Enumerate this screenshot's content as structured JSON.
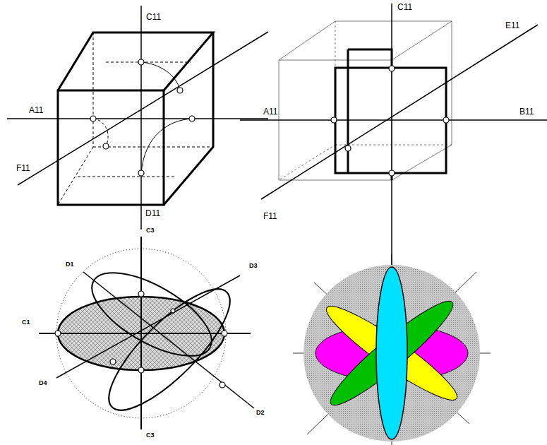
{
  "diagram": {
    "labels": [
      "C11",
      "A11",
      "F11",
      "D11",
      "C11",
      "E11",
      "A11",
      "B11",
      "F11",
      "C3",
      "D1",
      "D3",
      "C1",
      "D4",
      "D2",
      "C3"
    ]
  }
}
